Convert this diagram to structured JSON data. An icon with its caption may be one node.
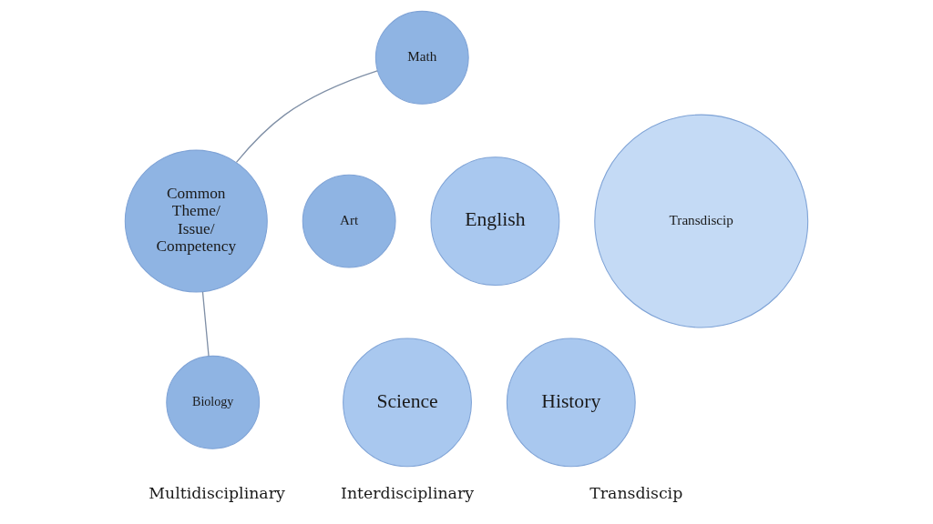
{
  "diagram": {
    "nodes": [
      {
        "text": [
          "Math"
        ]
      },
      {
        "text": [
          "Common Theme/ Issue/ Competency"
        ]
      },
      {
        "text": [
          "Art"
        ]
      },
      {
        "text": [
          "Biology"
        ]
      },
      {
        "text": [
          "English"
        ]
      },
      {
        "text": [
          "Science"
        ]
      },
      {
        "text": [
          "History"
        ]
      },
      {
        "text": [
          "Transdiscip"
        ]
      }
    ],
    "edges": [
      {
        "from": 0,
        "to": 1,
        "arrow": "none"
      },
      {
        "from": 1,
        "to": 3,
        "arrow": "none"
      }
    ],
    "labels": [
      "Multidisciplinary",
      "Interdisciplinary",
      "Transdiscip"
    ]
  }
}
